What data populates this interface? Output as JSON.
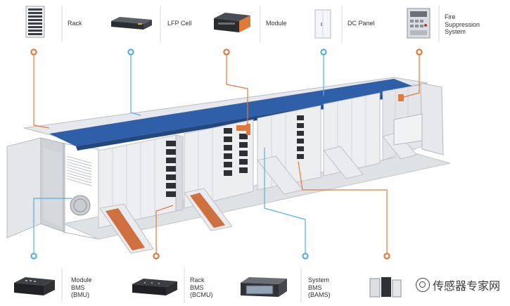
{
  "top_components": [
    {
      "label": "Rack",
      "icon": "rack-icon"
    },
    {
      "label": "LFP Cell",
      "icon": "lfp-cell-icon"
    },
    {
      "label": "Module",
      "icon": "module-icon"
    },
    {
      "label": "DC Panel",
      "icon": "dc-panel-icon"
    },
    {
      "label": "Fire\nSuppression\nSystem",
      "icon": "fire-suppression-icon"
    }
  ],
  "bottom_components": [
    {
      "label": "Module\nBMS\n(BMU)",
      "icon": "bmu-icon"
    },
    {
      "label": "Rack\nBMS\n(BCMU)",
      "icon": "bcmu-icon"
    },
    {
      "label": "System\nBMS\n(BAMS)",
      "icon": "bams-icon"
    },
    {
      "label": "",
      "icon": "pcs-icon"
    }
  ],
  "watermark": {
    "text": "传感器专家网",
    "icon": "wechat-icon"
  },
  "colors": {
    "orange": "#e07a3c",
    "blue": "#5aaee0",
    "roof": "#2f5fa8",
    "cabinet": "#e9ebee"
  }
}
